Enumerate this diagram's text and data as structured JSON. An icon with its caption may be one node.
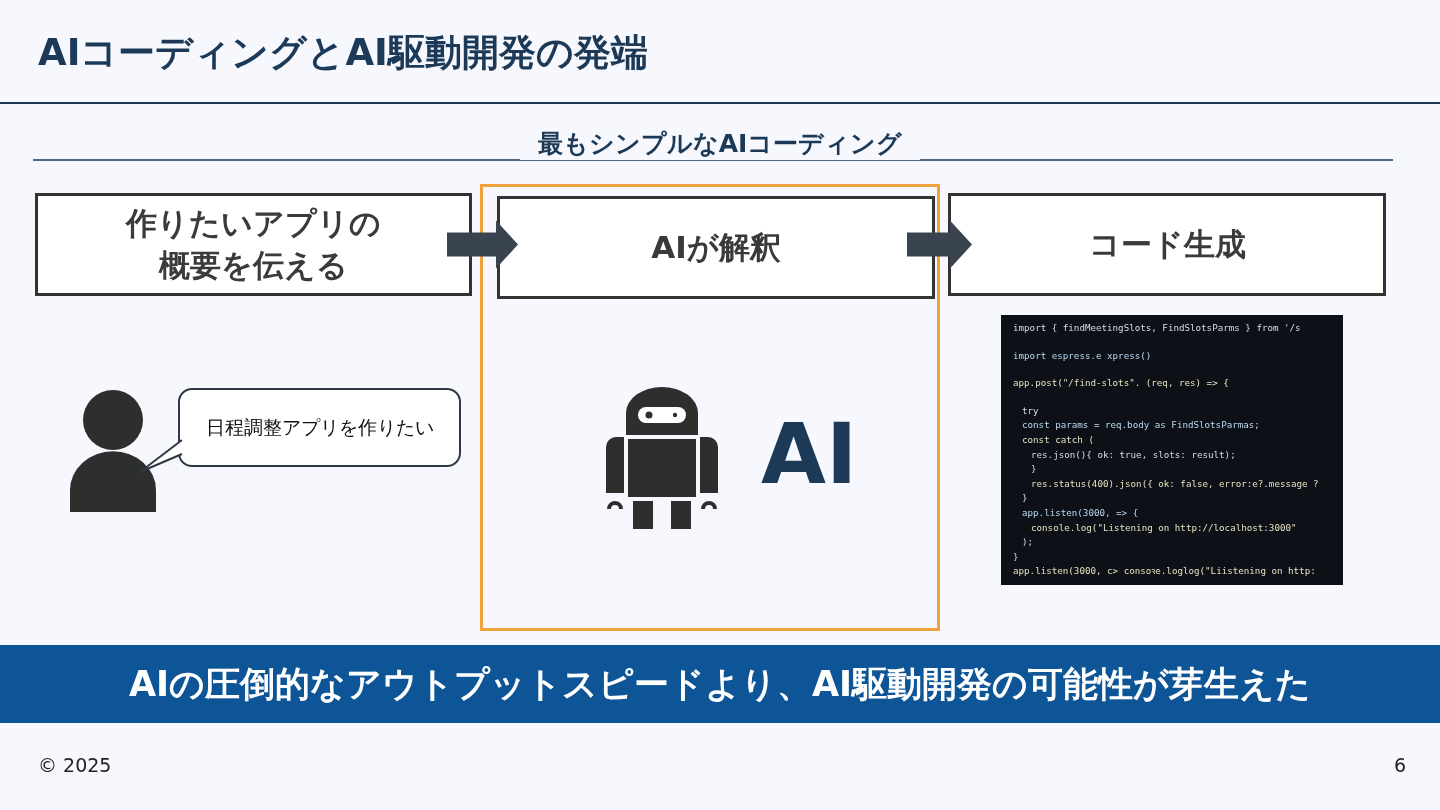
{
  "diagram": {
    "title": "AIコーディングとAI駆動開発の発端",
    "nodes": [
      {
        "text": [
          "作りたいアプリの概要を伝える"
        ]
      },
      {
        "text": [
          "AI"
        ]
      },
      {
        "text": [
          "AIが解釈"
        ],
        "in": 1
      },
      {
        "text": [
          "コード生成"
        ]
      },
      {
        "text": [
          "日程調整アプリを作りたい"
        ]
      },
      {
        "text": [
          "import { findMeetingSlots, FindSlotsParms } from '/s",
          "import espress.e xpress()",
          "app.post(\"/find-slots\". (req, res) => {",
          "try",
          "const params = req.body as FindSlotsParmas;",
          "const catch (",
          "res.json(){ ok: true, slots: result);",
          "}",
          "res.status(400).json({ ok: false, error:e?.message ?",
          "}",
          "app.listen(3000, => {",
          "console.log(\"Listening on http://localhost:3000\"",
          ");",
          "}",
          "app.listen(3000, c> consoꝛe.loglog(\"Liistening on http:"
        ]
      },
      {
        "text": [
          "AIの圧倒的なアウトプットスピードより、AI駆動開発の可能性が芽生えた"
        ]
      }
    ],
    "edges": [
      {
        "from": 0,
        "to": 2,
        "arrow": "to",
        "style": "thick"
      },
      {
        "from": 2,
        "to": 3,
        "arrow": "to",
        "style": "thick"
      }
    ],
    "labels": [
      "最もシンプルなAIコーディング",
      "© 2025",
      "6"
    ]
  }
}
